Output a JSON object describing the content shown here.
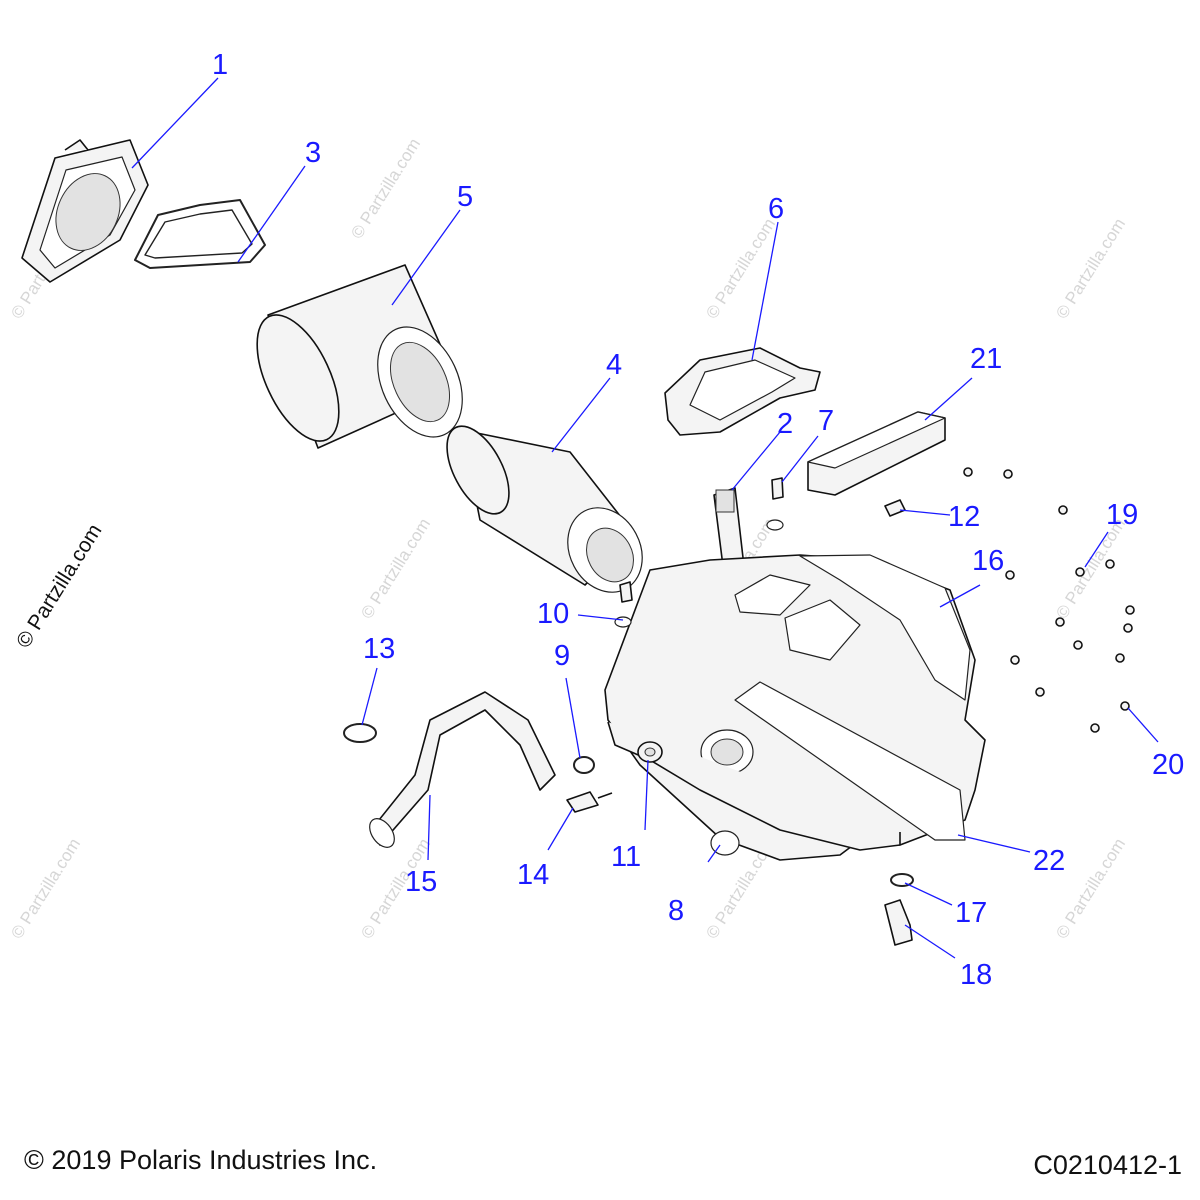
{
  "diagram": {
    "callouts": [
      {
        "id": "c1",
        "label": "1"
      },
      {
        "id": "c2",
        "label": "2"
      },
      {
        "id": "c3",
        "label": "3"
      },
      {
        "id": "c4",
        "label": "4"
      },
      {
        "id": "c5",
        "label": "5"
      },
      {
        "id": "c6",
        "label": "6"
      },
      {
        "id": "c7",
        "label": "7"
      },
      {
        "id": "c8",
        "label": "8"
      },
      {
        "id": "c9",
        "label": "9"
      },
      {
        "id": "c10",
        "label": "10"
      },
      {
        "id": "c11",
        "label": "11"
      },
      {
        "id": "c12",
        "label": "12"
      },
      {
        "id": "c13",
        "label": "13"
      },
      {
        "id": "c14",
        "label": "14"
      },
      {
        "id": "c15",
        "label": "15"
      },
      {
        "id": "c16",
        "label": "16"
      },
      {
        "id": "c17",
        "label": "17"
      },
      {
        "id": "c18",
        "label": "18"
      },
      {
        "id": "c19",
        "label": "19"
      },
      {
        "id": "c20",
        "label": "20"
      },
      {
        "id": "c21",
        "label": "21"
      },
      {
        "id": "c22",
        "label": "22"
      }
    ],
    "watermark_text": "© Partzilla.com",
    "side_watermark": "© Partzilla.com",
    "colors": {
      "callout": "#1a1aff",
      "line_art": "#111111",
      "watermark": "#d6d6d6"
    }
  },
  "footer": {
    "copyright": "© 2019 Polaris Industries Inc.",
    "diagram_code": "C0210412-1"
  }
}
